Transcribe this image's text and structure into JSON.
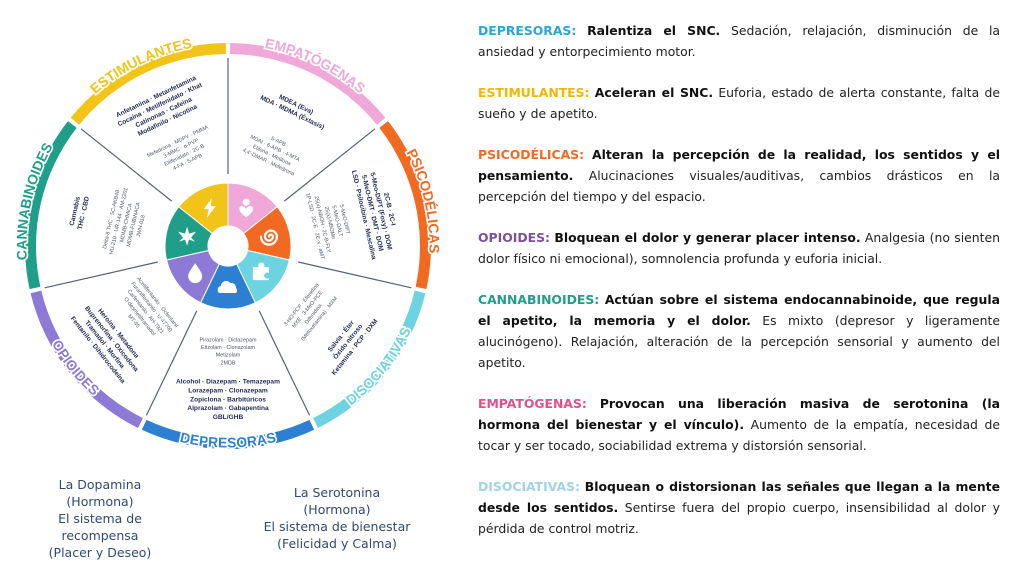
{
  "wheel": {
    "categories": [
      {
        "key": "opioides",
        "label": "OPIOIDES",
        "color": "#8c7ad6",
        "icon": "drop-icon",
        "outer_substances": [
          "Heroína · Metadona",
          "Buprenorfina · Oxicodona",
          "Tramadol · Morfina",
          "Fentanilo · Dihidrocodeína"
        ],
        "inner_substances": [
          "Acetilfentanilo · Ocfentanil",
          "Furanilfentanilo · U-47700",
          "Carfentanilo · AH-7921",
          "O-desmetiltramadol",
          "MT-45"
        ]
      },
      {
        "key": "cannabinoides",
        "label": "CANNABINOIDES",
        "color": "#1f9e8a",
        "icon": "cannabis-leaf-icon",
        "outer_substances": [
          "Cannabis",
          "THC · CBD"
        ],
        "inner_substances": [
          "Delta-8 THC · 5C-AKB48",
          "HU-210 · UR-144 · AM-2201",
          "MDMB-CHMICA",
          "MDMB-FUBINACA",
          "JWH-018"
        ]
      },
      {
        "key": "estimulantes",
        "label": "ESTIMULANTES",
        "color": "#f2c318",
        "icon": "lightning-icon",
        "outer_substances": [
          "Anfetamina · Metanfetamina",
          "Cocaína · Metilfenidato · Khat",
          "Catinonas · Cafeína",
          "Modafinilo · Nicotina"
        ],
        "inner_substances": [
          "Mefedrona · MDPV · PMMA",
          "3-MMC · α-PVP",
          "Etilfenidato · 2C-B",
          "4-FA · 5-APB"
        ]
      },
      {
        "key": "empatogenas",
        "label": "EMPATÓGENAS",
        "color": "#f0a8d8",
        "icon": "person-heart-icon",
        "outer_substances": [
          "MDEA (Eva)",
          "MDA · MDMA (Éxtasis)"
        ],
        "inner_substances": [
          "5-APB",
          "MDAI · 6-APB · 4-MTA",
          "Etilona · Metilona",
          "4,4'-DMAR · Mefedrona"
        ]
      },
      {
        "key": "psicodelicas",
        "label": "PSICODÉLICAS",
        "color": "#f26a22",
        "icon": "spiral-icon",
        "outer_substances": [
          "2C-B · 2C-I",
          "5-Meo-DiPT (Foxy) · DOM",
          "5-MeO-DMT · DMT · DOM",
          "LSD · Psilocibina · Mescalina"
        ],
        "inner_substances": [
          "5-MeO-DiPT",
          "5-MeO-DALT",
          "25(x)-NBOMe",
          "25(x)-NBOH · 2C-B-FLY",
          "1P-LSD · 2C-E · 2C-x · aMT"
        ]
      },
      {
        "key": "disociativas",
        "label": "DISOCIATIVAS",
        "color": "#6dd3e0",
        "icon": "puzzle-icon",
        "outer_substances": [
          "Salvia · Éter",
          "Óxido nitroso",
          "Ketamina · PCP · DXM"
        ],
        "inner_substances": [
          "3-HO-PCP · Efenidina",
          "MXE · 3-MeO-PCE",
          "Difenidina",
          "(Metoxetamina) · MXM"
        ]
      },
      {
        "key": "depresoras",
        "label": "DEPRESORAS",
        "color": "#2d7fd3",
        "icon": "cloud-icon",
        "outer_substances": [
          "Alcohol · Diazepam · Temazepam",
          "Lorazepam · Clonazepam",
          "Zopiclona · Barbitúricos",
          "Alprazolam · Gabapentina",
          "GBL/GHB"
        ],
        "inner_substances": [
          "Pirazolam · Diclazepam",
          "Etizolam · Clonazolam",
          "Metizolam",
          "2MDB"
        ]
      }
    ]
  },
  "captions": {
    "dopamine": [
      "La Dopamina",
      "(Hormona)",
      "El sistema de",
      "recompensa",
      "(Placer y Deseo)"
    ],
    "serotonin": [
      "La Serotonina",
      "(Hormona)",
      "El sistema de bienestar",
      "(Felicidad y Calma)"
    ]
  },
  "legend": [
    {
      "category": "DEPRESORAS:",
      "color": "#2aa7d8",
      "strong": "Ralentiza el SNC.",
      "text": " Sedación, relajación, disminución de la ansiedad y entorpecimiento motor."
    },
    {
      "category": "ESTIMULANTES:",
      "color": "#f2b705",
      "strong": "Aceleran el SNC.",
      "text": " Euforia, estado de alerta constante, falta de sueño y de apetito."
    },
    {
      "category": "PSICODÉLICAS:",
      "color": "#f26a22",
      "strong": "Alteran la percepción de la realidad, los sentidos y el pensamiento.",
      "text": " Alucinaciones visuales/auditivas, cambios drásticos en la percepción del tiempo y del espacio."
    },
    {
      "category": "OPIOIDES:",
      "color": "#7b4fa0",
      "strong": "Bloquean el dolor y generar placer intenso.",
      "text": " Analgesia (no sienten dolor físico ni emocional), somnolencia profunda y euforia inicial."
    },
    {
      "category": "CANNABINOIDES:",
      "color": "#1f9e8a",
      "strong": "Actúan sobre el sistema endocannabinoide, que regula el apetito, la memoria y el dolor.",
      "text": " Es mixto (depresor y ligeramente alucinógeno). Relajación, alteración de la percepción sensorial y aumento del apetito."
    },
    {
      "category": "EMPATÓGENAS:",
      "color": "#e0508c",
      "strong": "Provocan una liberación masiva de serotonina (la hormona del bienestar y el vínculo).",
      "text": " Aumento de la empatía, necesidad de tocar y ser tocado, sociabilidad extrema y distorsión sensorial."
    },
    {
      "category": "DISOCIATIVAS:",
      "color": "#9fd3ea",
      "strong": "Bloquean o distorsionan las señales que llegan a la mente desde los sentidos.",
      "text": " Sentirse fuera del propio cuerpo, insensibilidad al dolor y pérdida de control motriz."
    }
  ]
}
